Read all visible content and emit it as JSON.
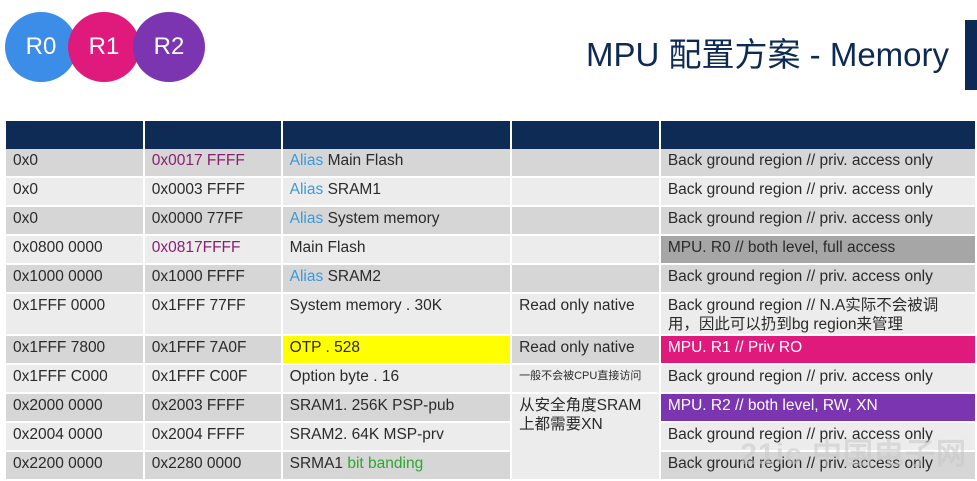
{
  "regions": [
    "R0",
    "R1",
    "R2"
  ],
  "title": "MPU 配置方案 - Memory",
  "rows": [
    {
      "start": "0x0",
      "end": "0x0017 FFFF",
      "alias": "Alias",
      "name": "Main Flash",
      "note": "",
      "mpu": "Back ground region // priv. access only"
    },
    {
      "start": "0x0",
      "end": "0x0003 FFFF",
      "alias": "Alias",
      "name": "SRAM1",
      "note": "",
      "mpu": "Back ground region // priv. access only"
    },
    {
      "start": "0x0",
      "end": "0x0000 77FF",
      "alias": "Alias",
      "name": "System memory",
      "note": "",
      "mpu": "Back ground region // priv. access only"
    },
    {
      "start": "0x0800 0000",
      "end": "0x0817FFFF",
      "alias": "",
      "name": "Main Flash",
      "note": "",
      "mpu": "MPU. R0 // both level, full access"
    },
    {
      "start": "0x1000 0000",
      "end": "0x1000 FFFF",
      "alias": "Alias",
      "name": "SRAM2",
      "note": "",
      "mpu": "Back ground region // priv. access only"
    },
    {
      "start": "0x1FFF 0000",
      "end": "0x1FFF 77FF",
      "alias": "",
      "name": "System memory . 30K",
      "note": "Read only native",
      "mpu": "Back ground region // N.A实际不会被调用，因此可以扔到bg region来管理"
    },
    {
      "start": "0x1FFF 7800",
      "end": "0x1FFF 7A0F",
      "alias": "",
      "name": "OTP . 528",
      "note": "Read only native",
      "mpu": "MPU. R1 // Priv RO"
    },
    {
      "start": "0x1FFF C000",
      "end": "0x1FFF C00F",
      "alias": "",
      "name": "Option byte . 16",
      "note": "一般不会被CPU直接访问",
      "mpu": "Back ground region // priv. access only"
    },
    {
      "start": "0x2000 0000",
      "end": "0x2003 FFFF",
      "alias": "",
      "name": "SRAM1. 256K PSP-pub",
      "note": "从安全角度SRAM上都需要XN",
      "mpu": "MPU. R2 // both level, RW, XN"
    },
    {
      "start": "0x2004 0000",
      "end": "0x2004 FFFF",
      "alias": "",
      "name": "SRAM2. 64K MSP-prv",
      "note": "",
      "mpu": "Back ground region // priv. access only"
    },
    {
      "start": "0x2200 0000",
      "end": "0x2280 0000",
      "alias": "",
      "name": "SRMA1",
      "name_suffix": "bit banding",
      "note": "",
      "mpu": "Back ground region // priv. access only"
    }
  ],
  "watermark": "21ic 中国电子网",
  "colors": {
    "navy": "#0d2b55",
    "r0": "#3b8de8",
    "r1": "#e0197c",
    "r2": "#7b35b0",
    "otp": "#ffff00"
  }
}
